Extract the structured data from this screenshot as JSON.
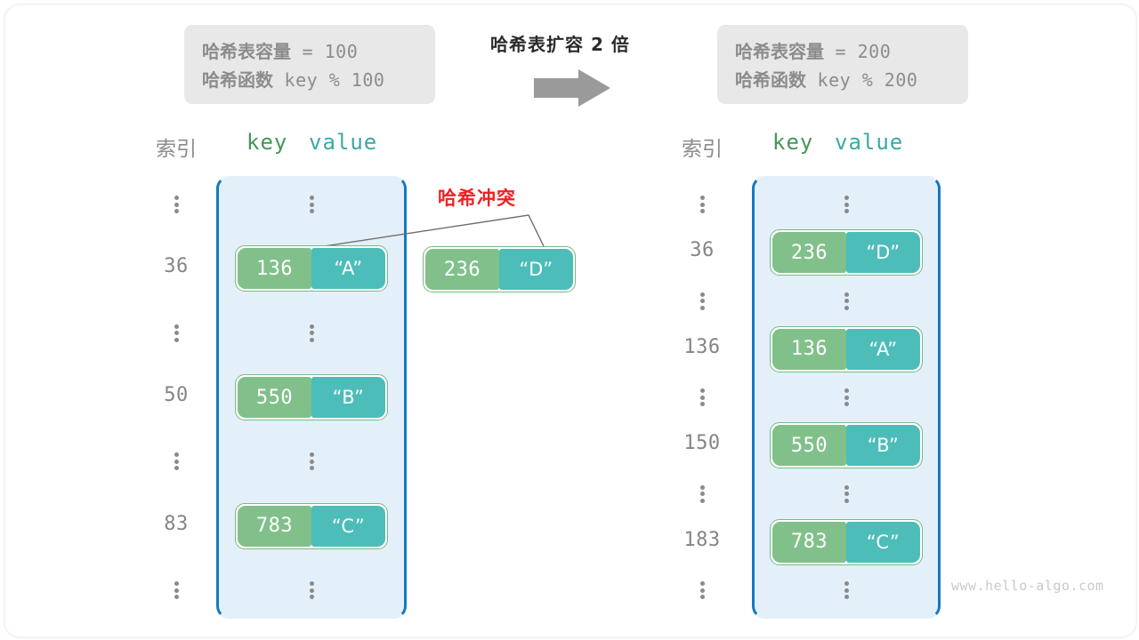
{
  "diagram": {
    "title": "哈希表扩容 2 倍",
    "watermark": "www.hello-algo.com",
    "collision_label": "哈希冲突",
    "colors": {
      "key_cell": "#82c08b",
      "value_cell": "#4cbdb9",
      "bucket_bg": "#e3f0fa",
      "bucket_border": "#1579c0",
      "pair_border": "#79b97f",
      "info_box_bg": "#e8e8e8",
      "info_text": "#8c8c8c",
      "index_text": "#858585",
      "key_header": "#46955a",
      "value_header": "#3aa9a4",
      "collision_red": "#ee2222",
      "arrow": "#8c8c8c"
    }
  },
  "left_panel": {
    "info": {
      "capacity_label": "哈希表容量",
      "capacity_expr": " = 100",
      "hash_label": "哈希函数",
      "hash_expr": " key % 100"
    },
    "headers": {
      "index": "索引",
      "key": "key",
      "value": "value"
    },
    "rows": [
      {
        "type": "dots",
        "index": "⋮",
        "key": "",
        "value": ""
      },
      {
        "type": "entry",
        "index": "36",
        "key": "136",
        "value": "“A”"
      },
      {
        "type": "dots",
        "index": "⋮",
        "key": "",
        "value": ""
      },
      {
        "type": "entry",
        "index": "50",
        "key": "550",
        "value": "“B”"
      },
      {
        "type": "dots",
        "index": "⋮",
        "key": "",
        "value": ""
      },
      {
        "type": "entry",
        "index": "83",
        "key": "783",
        "value": "“C”"
      },
      {
        "type": "dots",
        "index": "⋮",
        "key": "",
        "value": ""
      }
    ]
  },
  "overflow_entry": {
    "key": "236",
    "value": "“D”"
  },
  "right_panel": {
    "info": {
      "capacity_label": "哈希表容量",
      "capacity_expr": " = 200",
      "hash_label": "哈希函数",
      "hash_expr": " key % 200"
    },
    "headers": {
      "index": "索引",
      "key": "key",
      "value": "value"
    },
    "rows": [
      {
        "type": "dots",
        "index": "⋮",
        "key": "",
        "value": ""
      },
      {
        "type": "entry",
        "index": "36",
        "key": "236",
        "value": "“D”"
      },
      {
        "type": "dots",
        "index": "⋮",
        "key": "",
        "value": ""
      },
      {
        "type": "entry",
        "index": "136",
        "key": "136",
        "value": "“A”"
      },
      {
        "type": "dots",
        "index": "⋮",
        "key": "",
        "value": ""
      },
      {
        "type": "entry",
        "index": "150",
        "key": "550",
        "value": "“B”"
      },
      {
        "type": "dots",
        "index": "⋮",
        "key": "",
        "value": ""
      },
      {
        "type": "entry",
        "index": "183",
        "key": "783",
        "value": "“C”"
      },
      {
        "type": "dots",
        "index": "⋮",
        "key": "",
        "value": ""
      }
    ]
  }
}
